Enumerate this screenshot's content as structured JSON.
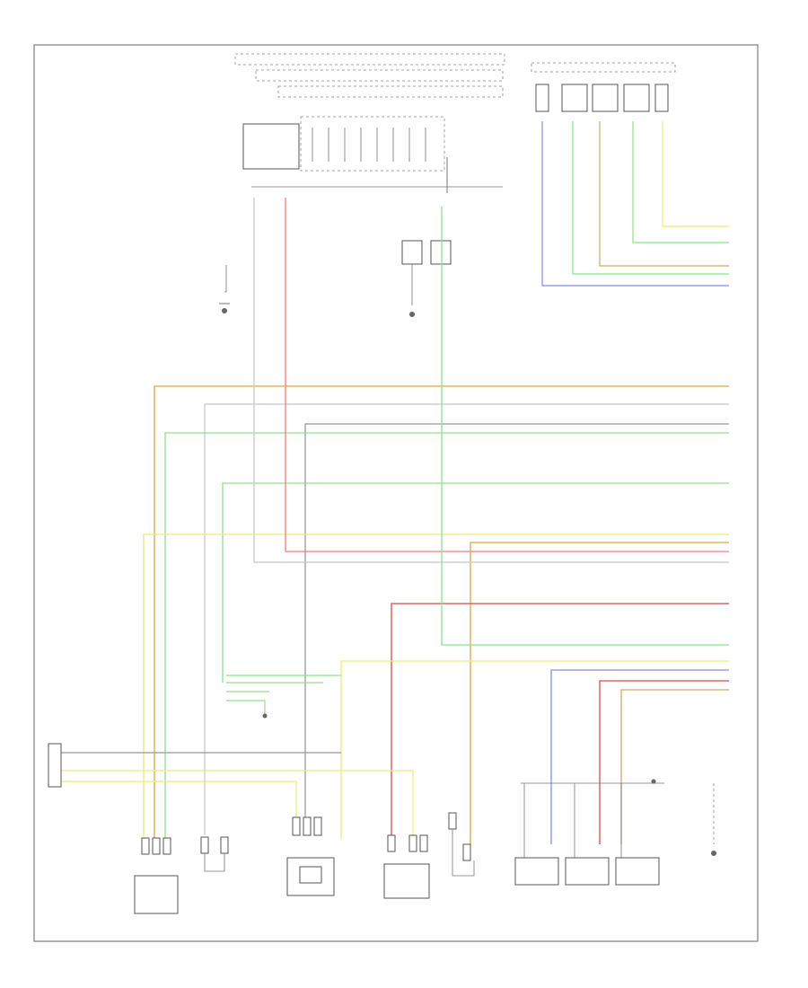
{
  "diagram": {
    "footer_code": "",
    "colors": {
      "orange": "#d9a648",
      "red": "#f08080",
      "green": "#8fe08f",
      "yellow": "#ecec7a",
      "blue": "#7f8fe0",
      "gray": "#999999",
      "darkred": "#d44a4a",
      "tan": "#c8ad6a",
      "lightgray": "#c8c8c8",
      "frame": "#666666"
    },
    "wire_colors_in_order": [
      "orange",
      "lightgray",
      "gray",
      "green",
      "green",
      "yellow",
      "orange",
      "red",
      "lightgray",
      "darkred",
      "green",
      "yellow",
      "blue",
      "darkred",
      "tan"
    ],
    "top_connectors": {
      "icon": "multi-pin-connector-icon",
      "pin_count": 5
    },
    "components": [
      {
        "id": "ecm-top",
        "icon": "control-module-icon"
      },
      {
        "id": "ground-left",
        "icon": "ground-icon"
      },
      {
        "id": "ground-center",
        "icon": "ground-icon"
      },
      {
        "id": "sensor-1",
        "icon": "sensor-icon"
      },
      {
        "id": "sensor-2",
        "icon": "sensor-icon"
      },
      {
        "id": "sensor-3",
        "icon": "sensor-icon"
      },
      {
        "id": "sensor-4",
        "icon": "sensor-icon"
      },
      {
        "id": "sensor-5",
        "icon": "sensor-icon"
      },
      {
        "id": "actuator-1",
        "icon": "solenoid-icon"
      },
      {
        "id": "actuator-2",
        "icon": "solenoid-icon"
      },
      {
        "id": "actuator-3",
        "icon": "solenoid-icon"
      },
      {
        "id": "ground-right",
        "icon": "ground-icon"
      }
    ]
  }
}
